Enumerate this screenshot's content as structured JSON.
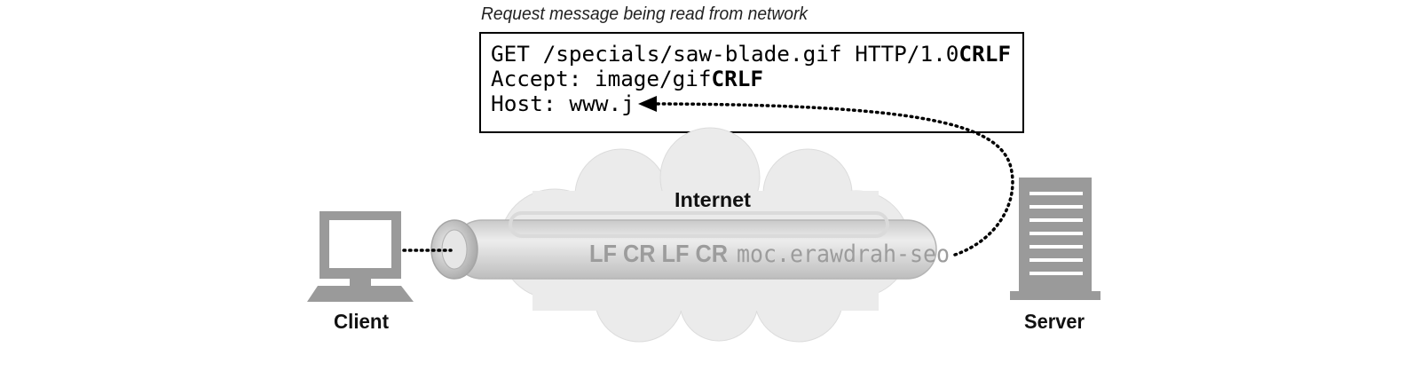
{
  "caption": "Request message being read from network",
  "message": {
    "lines": [
      {
        "text": "GET /specials/saw-blade.gif HTTP/1.0",
        "terminator": "CRLF"
      },
      {
        "text": "Accept: image/gif",
        "terminator": "CRLF"
      },
      {
        "text": "Host: www.j",
        "terminator": ""
      }
    ]
  },
  "network": {
    "label": "Internet",
    "stream": {
      "tokens": "LF CR LF CR",
      "data": "moc.erawdrah-seo"
    }
  },
  "endpoints": {
    "client_label": "Client",
    "server_label": "Server"
  },
  "colors": {
    "ink": "#000000",
    "cloud": "#ebebeb",
    "pipe": "#d6d6d6",
    "device": "#9a9a9a",
    "stream_text": "#9c9c9c"
  },
  "icons": [
    "client-computer-icon",
    "server-tower-icon",
    "network-cloud-icon",
    "pipe-icon",
    "arrowhead-icon"
  ]
}
